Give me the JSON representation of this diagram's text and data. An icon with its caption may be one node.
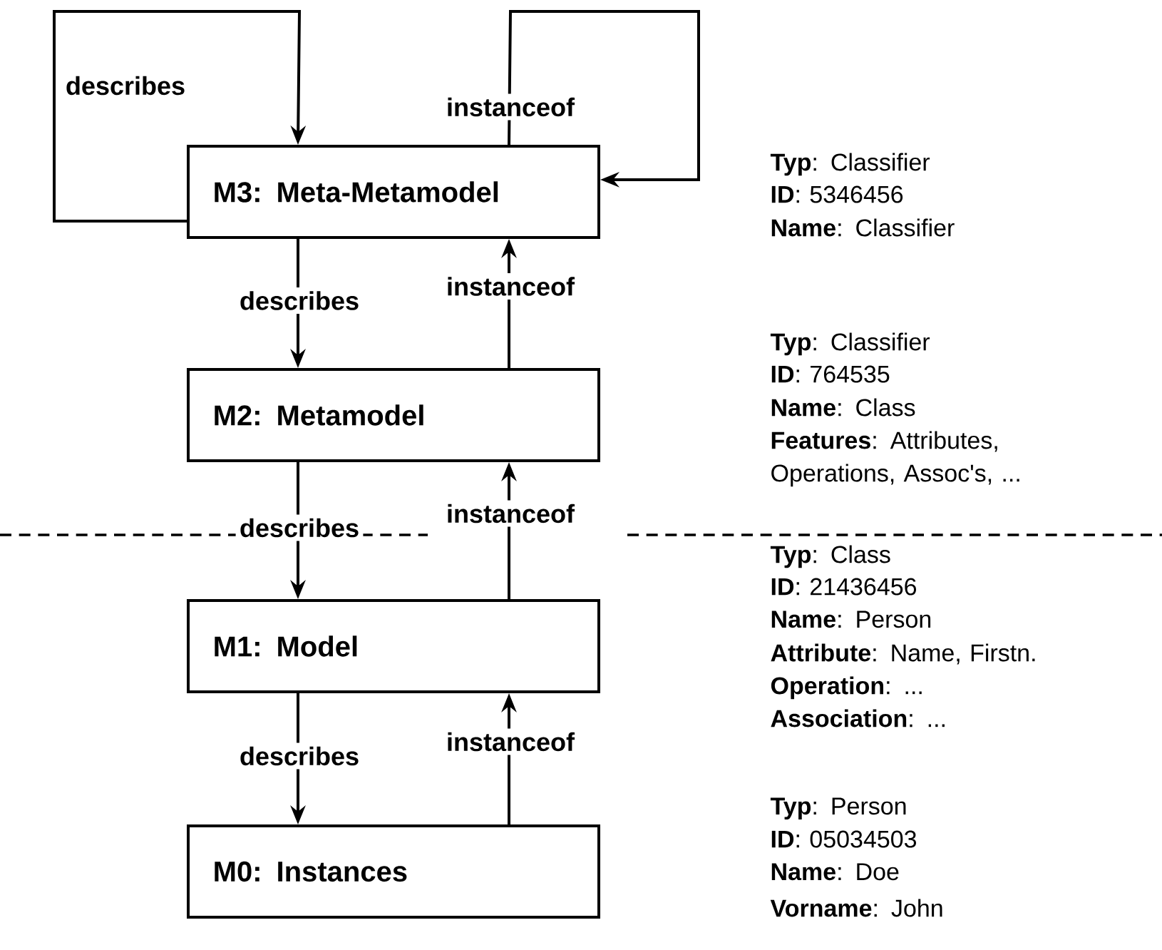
{
  "diagram": {
    "nodes": [
      {
        "text": [
          "M3: Meta-Metamodel"
        ]
      },
      {
        "text": [
          "M2: Metamodel"
        ]
      },
      {
        "text": [
          "M1: Model"
        ]
      },
      {
        "text": [
          "M0: Instances"
        ]
      }
    ],
    "edges": [
      {
        "from": 0,
        "to": 0,
        "arrow": "to",
        "label": "describes"
      },
      {
        "from": 0,
        "to": 0,
        "arrow": "to",
        "label": "instanceof"
      },
      {
        "from": 0,
        "to": 1,
        "arrow": "to",
        "label": "describes"
      },
      {
        "from": 1,
        "to": 0,
        "arrow": "to",
        "label": "instanceof"
      },
      {
        "from": 1,
        "to": 2,
        "arrow": "to",
        "label": "describes"
      },
      {
        "from": 2,
        "to": 1,
        "arrow": "to",
        "label": "instanceof"
      },
      {
        "from": 2,
        "to": 3,
        "arrow": "to",
        "label": "describes"
      },
      {
        "from": 3,
        "to": 2,
        "arrow": "to",
        "label": "instanceof"
      }
    ],
    "labels": [
      "**Typ**: Classifier",
      "**ID**: 5346456",
      "**Name**: Classifier",
      "**Typ**: Classifier",
      "**ID**: 764535",
      "**Name**: Class",
      "**Features**: Attributes, Operations,  Assoc's, ...",
      "**Typ**: Class",
      "**ID**: 21436456",
      "**Name**: Person",
      "**Attribute**: Name, Firstn.",
      "**Operation**: ...",
      "**Association**: ...",
      "**Typ**: Person",
      "**ID**: 05034503",
      "**Name**: Doe",
      "**Vorname**: John"
    ]
  }
}
